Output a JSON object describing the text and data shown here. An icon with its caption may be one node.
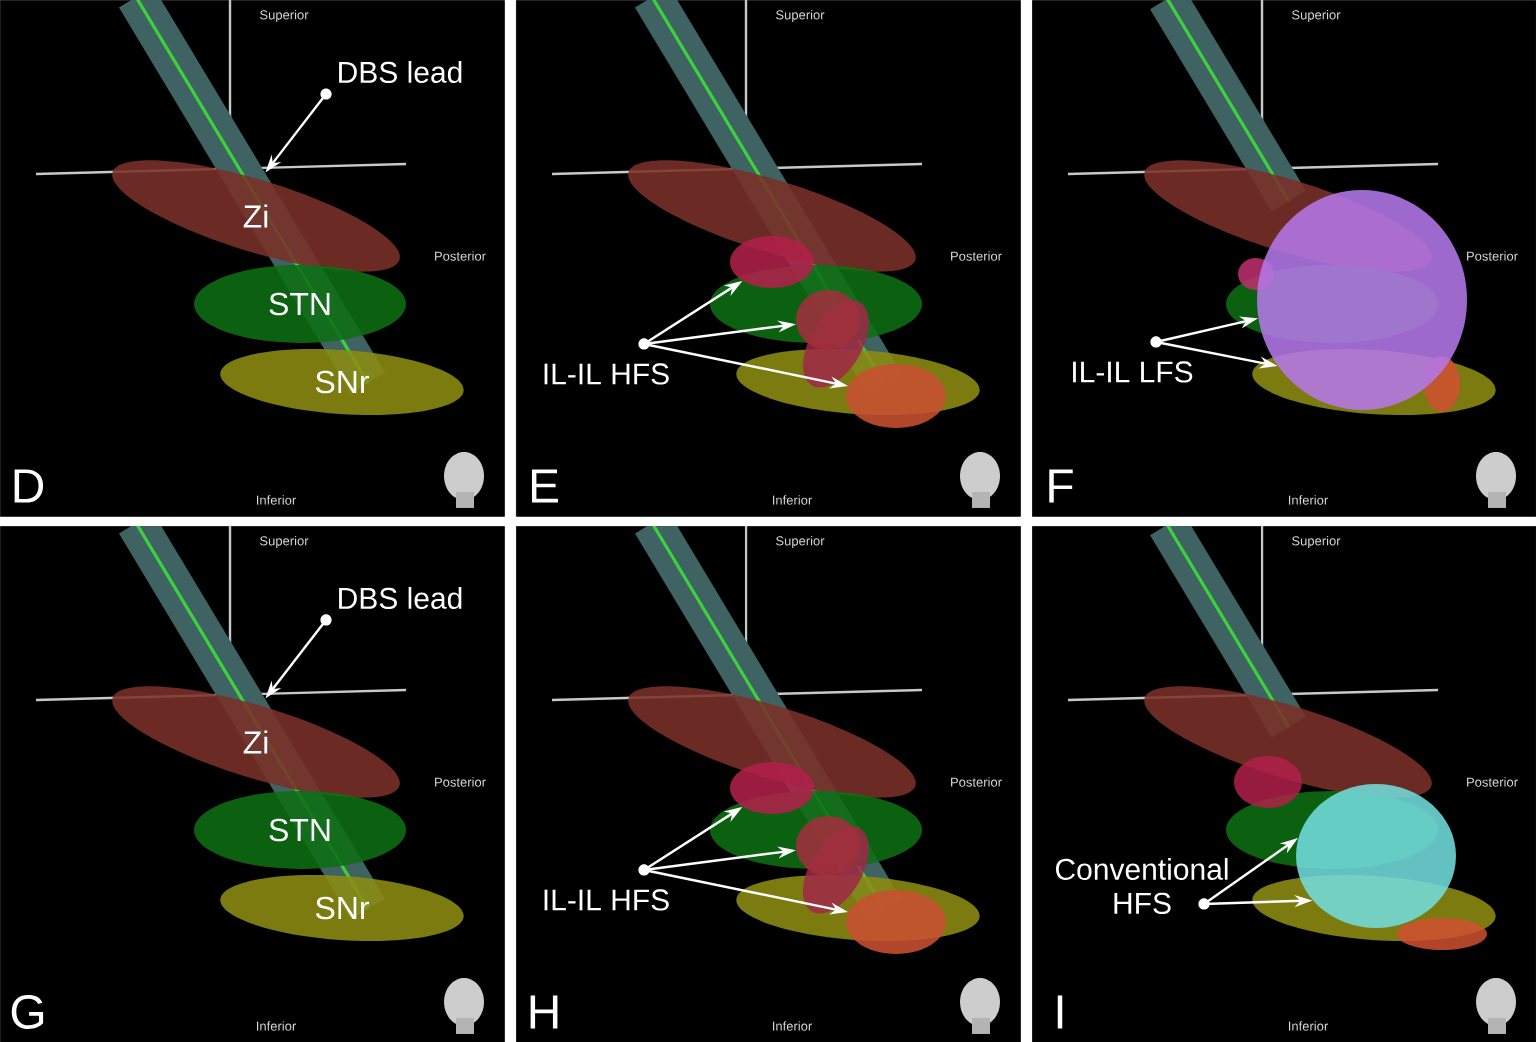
{
  "diagram": {
    "nodes": [
      {
        "text": [
          "Superior",
          "Posterior",
          "D",
          "Inferior"
        ]
      },
      {
        "text": [],
        "shape": "bar",
        "in": 0
      },
      {
        "text": [
          "Zi"
        ],
        "in": 0
      },
      {
        "text": [
          "STN"
        ],
        "in": 0
      },
      {
        "text": [
          "SNr"
        ],
        "in": 0
      },
      {
        "text": [
          "DBS lead"
        ],
        "in": 0
      },
      {
        "text": [
          "Superior",
          "Posterior",
          "E",
          "Inferior"
        ]
      },
      {
        "text": [],
        "shape": "ellipse",
        "in": 6
      },
      {
        "text": [],
        "shape": "ellipse",
        "in": 6
      },
      {
        "text": [],
        "shape": "ellipse",
        "in": 6
      },
      {
        "text": [],
        "shape": "ellipse",
        "in": 6
      },
      {
        "text": [],
        "shape": "ellipse",
        "in": 6
      },
      {
        "text": [],
        "shape": "ellipse",
        "in": 6
      },
      {
        "text": [
          "IL-IL HFS"
        ],
        "in": 6
      },
      {
        "text": [
          "Superior",
          "Posterior",
          "F",
          "Inferior"
        ]
      },
      {
        "text": [],
        "shape": "ellipse",
        "in": 14
      },
      {
        "text": [],
        "shape": "ellipse",
        "in": 14
      },
      {
        "text": [],
        "shape": "ellipse",
        "in": 14
      },
      {
        "text": [],
        "shape": "ellipse",
        "in": 14
      },
      {
        "text": [
          "IL-IL LFS"
        ],
        "in": 14
      },
      {
        "text": [
          "Superior",
          "Posterior",
          "G",
          "Inferior"
        ]
      },
      {
        "text": [],
        "shape": "bar",
        "in": 20
      },
      {
        "text": [
          "Zi"
        ],
        "in": 20
      },
      {
        "text": [
          "STN"
        ],
        "in": 20
      },
      {
        "text": [
          "SNr"
        ],
        "in": 20
      },
      {
        "text": [
          "DBS lead"
        ],
        "in": 20
      },
      {
        "text": [
          "Superior",
          "Posterior",
          "H",
          "Inferior"
        ]
      },
      {
        "text": [],
        "shape": "ellipse",
        "in": 26
      },
      {
        "text": [],
        "shape": "ellipse",
        "in": 26
      },
      {
        "text": [],
        "shape": "ellipse",
        "in": 26
      },
      {
        "text": [],
        "shape": "ellipse",
        "in": 26
      },
      {
        "text": [],
        "shape": "ellipse",
        "in": 26
      },
      {
        "text": [],
        "shape": "ellipse",
        "in": 26
      },
      {
        "text": [
          "IL-IL HFS"
        ],
        "in": 26
      },
      {
        "text": [
          "Superior",
          "Posterior",
          "I",
          "Inferior"
        ]
      },
      {
        "text": [],
        "shape": "ellipse",
        "in": 34
      },
      {
        "text": [],
        "shape": "ellipse",
        "in": 34
      },
      {
        "text": [],
        "shape": "ellipse",
        "in": 34
      },
      {
        "text": [],
        "shape": "ellipse",
        "in": 34
      },
      {
        "text": [
          "Conventional HFS"
        ],
        "in": 34
      }
    ],
    "edges": [
      {
        "from": 5,
        "to": 1,
        "arrow": "to"
      },
      {
        "from": 13,
        "to": 10,
        "arrow": "to"
      },
      {
        "from": 13,
        "to": 11,
        "arrow": "to"
      },
      {
        "from": 13,
        "to": 12,
        "arrow": "to"
      },
      {
        "from": 19,
        "to": 18,
        "arrow": "to"
      },
      {
        "from": 19,
        "to": 18,
        "arrow": "to"
      },
      {
        "from": 25,
        "to": 21,
        "arrow": "to"
      },
      {
        "from": 33,
        "to": 30,
        "arrow": "to"
      },
      {
        "from": 33,
        "to": 31,
        "arrow": "to"
      },
      {
        "from": 33,
        "to": 32,
        "arrow": "to"
      },
      {
        "from": 39,
        "to": 38,
        "arrow": "to"
      },
      {
        "from": 39,
        "to": 38,
        "arrow": "to"
      }
    ]
  }
}
